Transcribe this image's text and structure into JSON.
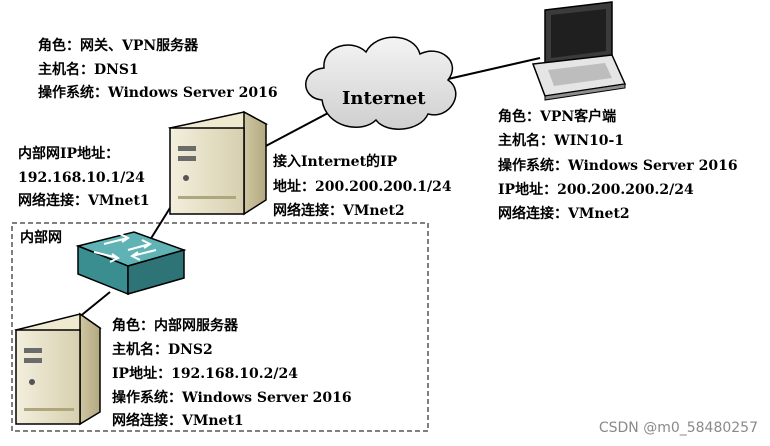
{
  "gateway_server": {
    "role": "角色：网关、VPN服务器",
    "hostname": "主机名：DNS1",
    "os": "操作系统：Windows Server 2016",
    "internal_ip_label": "内部网IP地址：",
    "internal_ip": "192.168.10.1/24",
    "internal_net": "网络连接：VMnet1",
    "external_ip_label_line1": "接入Internet的IP",
    "external_ip_label_line2": "地址：200.200.200.1/24",
    "external_net": "网络连接：VMnet2"
  },
  "internet_cloud": {
    "label": "Internet"
  },
  "vpn_client": {
    "role": "角色：VPN客户端",
    "hostname": "主机名：WIN10-1",
    "os": "操作系统：Windows Server 2016",
    "ip": "IP地址：200.200.200.2/24",
    "net": "网络连接：VMnet2"
  },
  "internal_network": {
    "label": "内部网"
  },
  "internal_server": {
    "role": "角色：内部网服务器",
    "hostname": "主机名：DNS2",
    "ip": "IP地址：192.168.10.2/24",
    "os": "操作系统：Windows Server 2016",
    "net": "网络连接：VMnet1"
  },
  "watermark": "CSDN @m0_58480257",
  "colors": {
    "server_body": "#e8e2c8",
    "switch_top": "#4fa3a5",
    "switch_side": "#2e7476",
    "cloud_fill": "#e6e6e6"
  }
}
